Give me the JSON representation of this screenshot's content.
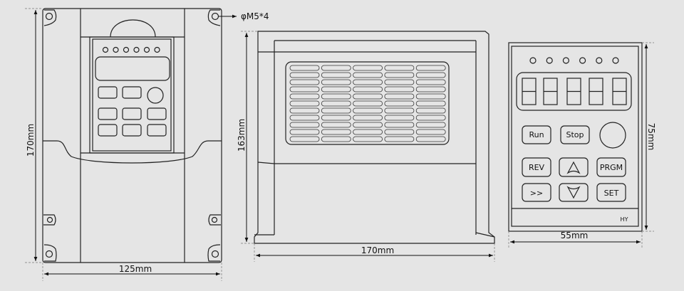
{
  "front_view": {
    "height_label": "170mm",
    "width_label": "125mm",
    "hole_label": "φM5*4",
    "led_count": 6
  },
  "side_view": {
    "height_label": "163mm",
    "width_label": "170mm",
    "vent_columns": 5,
    "vent_rows": 11
  },
  "keypad_view": {
    "height_label": "75mm",
    "width_label": "55mm",
    "led_count": 6,
    "digit_count": 5,
    "buttons": {
      "run": "Run",
      "stop": "Stop",
      "rev": "REV",
      "prgm": "PRGM",
      "shift": ">>",
      "set": "SET"
    },
    "brand": "HY"
  },
  "colors": {
    "background": "#e5e5e5",
    "line": "#222222"
  }
}
